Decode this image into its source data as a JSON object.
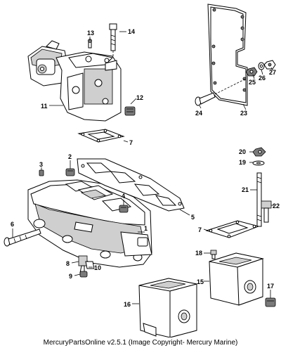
{
  "callouts": {
    "c1": "1",
    "c2": "2",
    "c3": "3",
    "c4": "4",
    "c5": "5",
    "c6": "6",
    "c7a": "7",
    "c7b": "7",
    "c8": "8",
    "c9": "9",
    "c10": "10",
    "c11": "11",
    "c12": "12",
    "c13": "13",
    "c14": "14",
    "c15": "15",
    "c16": "16",
    "c17": "17",
    "c18": "18",
    "c19": "19",
    "c20": "20",
    "c21": "21",
    "c22": "22",
    "c23": "23",
    "c24": "24",
    "c25": "25",
    "c26": "26",
    "c27": "27"
  },
  "footer": {
    "text": "MercuryPartsOnline v2.5.1 (Image Copyright- Mercury Marine)"
  }
}
